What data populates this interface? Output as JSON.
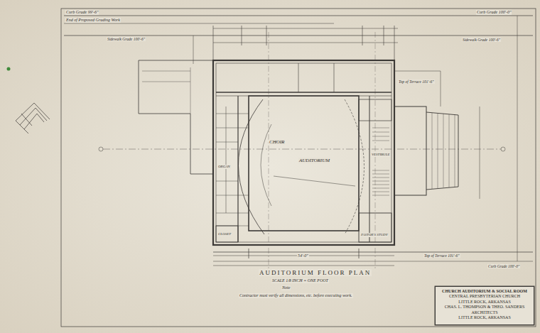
{
  "diagram": {
    "nodes": [
      {
        "text": [
          "CHURCH AUDITORIUM & SOCIAL ROOM",
          "CENTRAL PRESBYTERIAN CHURCH",
          "LITTLE ROCK, ARKANSAS",
          "CHAS. L. THOMPSON & THEO. SANDERS",
          "ARCHITECTS",
          "LITTLE ROCK, ARKANSAS"
        ]
      }
    ],
    "labels": [
      "Curb Grade 99'-6\"",
      "End of Proposed Grading Work",
      "Sidewalk Grade 100'-6\"",
      "Curb Grade 100'-0\"",
      "Sidewalk Grade 100'-6\"",
      "Top of Terrace 101'-6\"",
      "Top of Terrace 101'-6\"",
      "Curb Grade 100'-0\"",
      "AUDITORIUM FLOOR PLAN",
      "SCALE 1/8 INCH = ONE FOOT",
      "Note",
      "Contractor must verify all dimensions, etc. before executing work.",
      "CHOIR",
      "AUDITORIUM",
      "PASTOR'S STUDY",
      "VESTIBULE",
      "CLOSET",
      "ORGAN",
      "54'-0\""
    ]
  }
}
